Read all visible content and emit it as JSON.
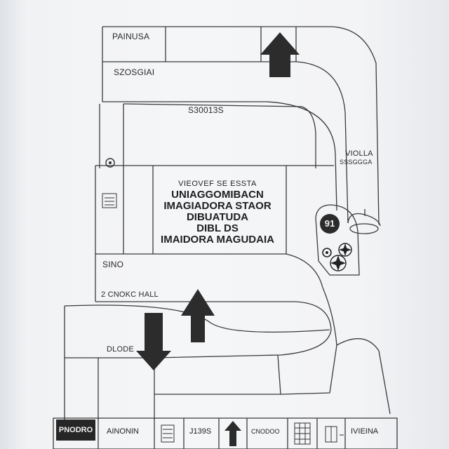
{
  "labels": {
    "top_left_box": "PAINUSA",
    "second_strip": "SZOSGIAI",
    "inner_top": "S30013S",
    "right_side_1": "VIOLLA",
    "right_side_2": "SSSGGGA",
    "sino": "SINO",
    "hall": "2  CNOKC HALL",
    "dlode": "DLODE"
  },
  "center_block": {
    "sub": "VIEOVEF SE ESSTA",
    "line1": "UNIAGGOMIBACN",
    "line2": "IMAGIADORA STAOR",
    "line3": "DIBUATUDA",
    "line4": "DIBL DS",
    "line5": "IMAIDORA MAGUDAIA"
  },
  "badge": "91",
  "legend": {
    "dark_label": "PNODRO",
    "items": [
      {
        "label": "AINONIN",
        "icon": "none"
      },
      {
        "label": "",
        "icon": "stairs-symbol-icon"
      },
      {
        "label": "J139S",
        "icon": "none"
      },
      {
        "label": "",
        "icon": "up-arrow-icon"
      },
      {
        "label": "CNODOO",
        "icon": "none"
      },
      {
        "label": "",
        "icon": "lattice-symbol-icon"
      },
      {
        "label": "",
        "icon": "elevator-symbol-icon"
      },
      {
        "label": "IVIEINA",
        "icon": "none"
      }
    ]
  }
}
